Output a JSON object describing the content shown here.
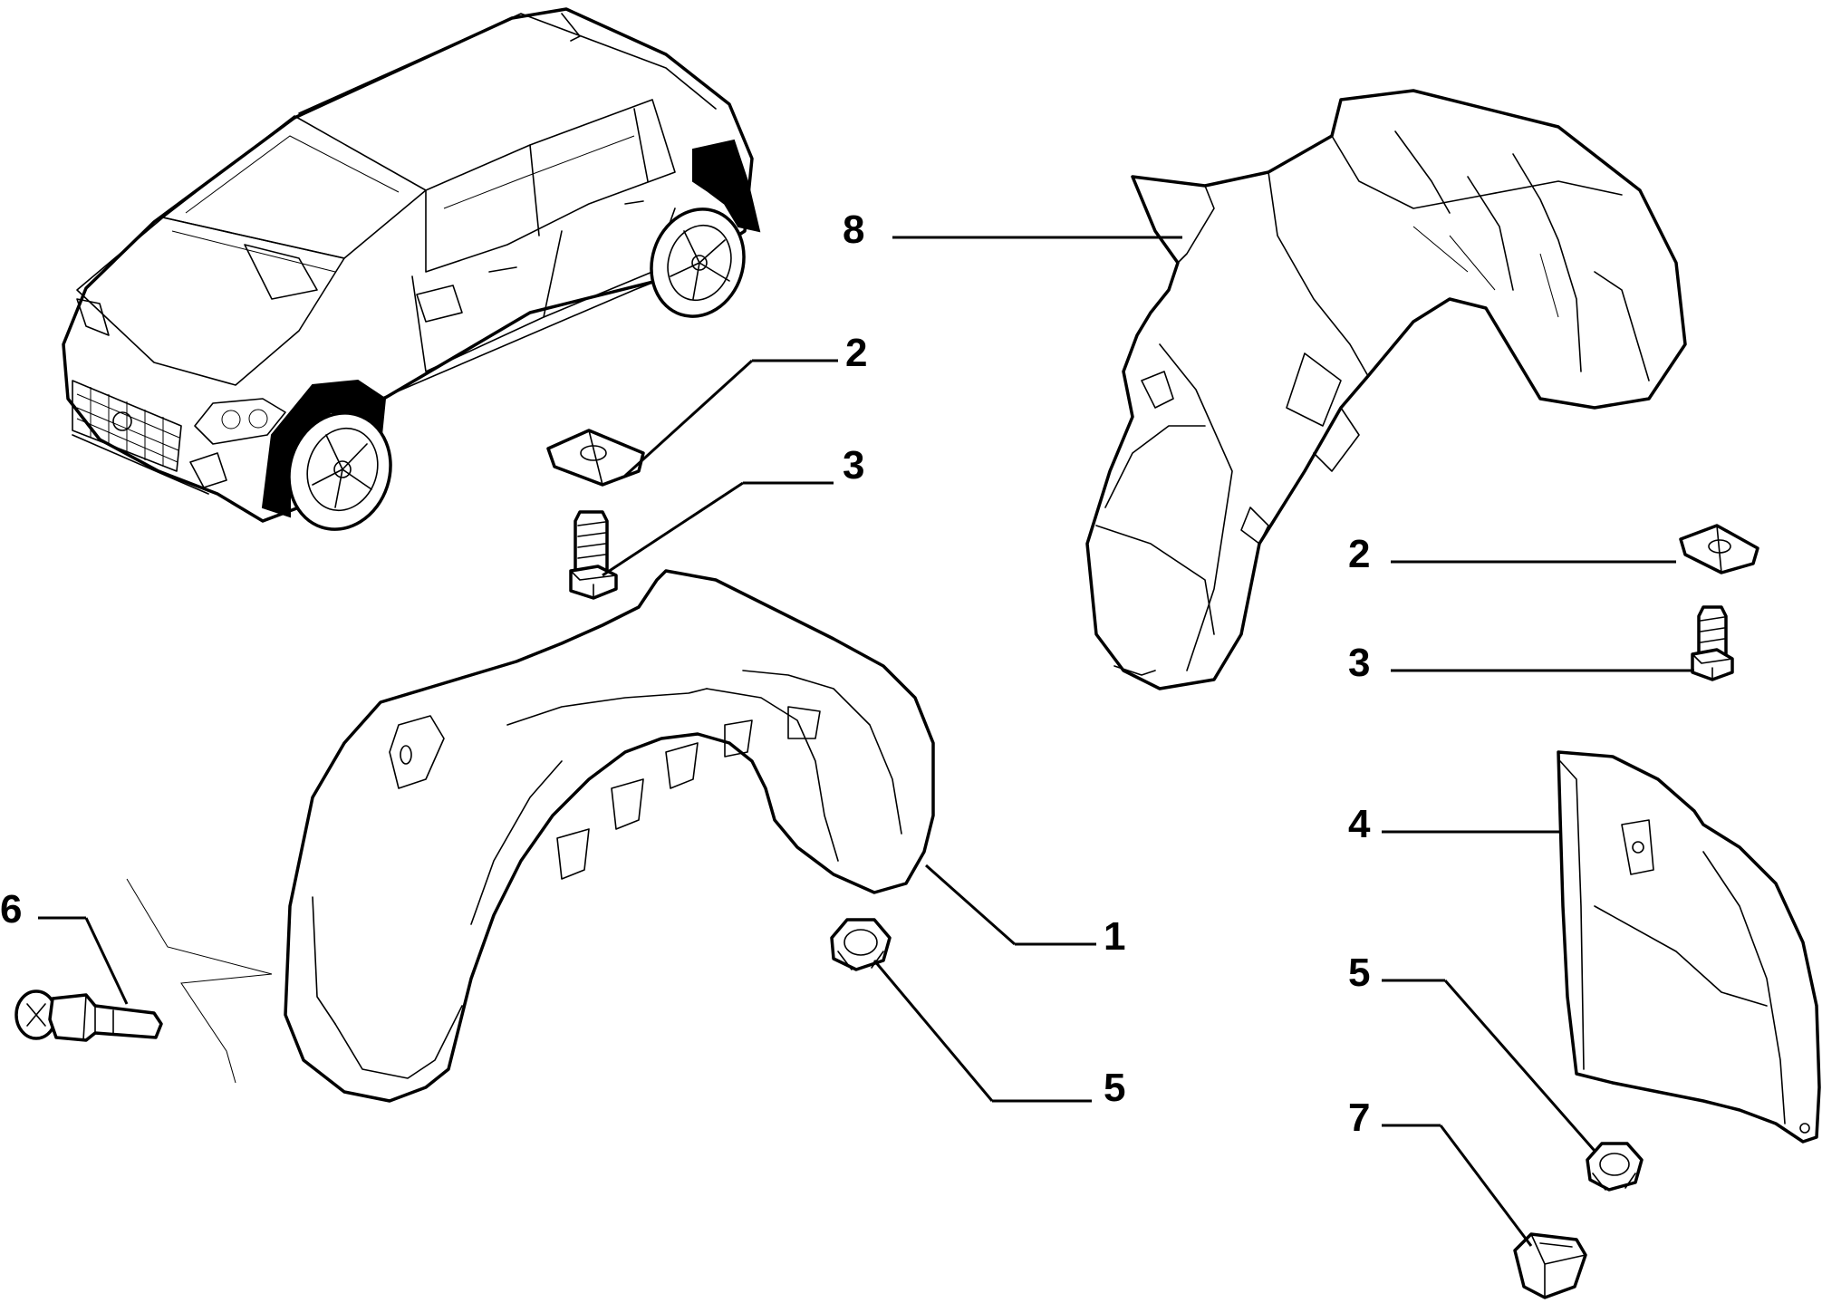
{
  "callouts": {
    "c8": "8",
    "c2a": "2",
    "c3a": "3",
    "c2b": "2",
    "c3b": "3",
    "c4": "4",
    "c6": "6",
    "c1": "1",
    "c5a": "5",
    "c5b": "5",
    "c7": "7"
  }
}
